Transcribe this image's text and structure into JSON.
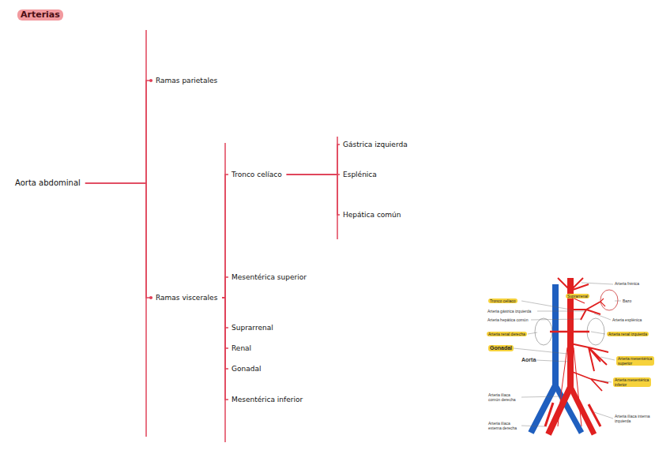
{
  "diagram": {
    "title": "Arterias",
    "nodes": [
      {
        "text": [
          "Aorta abdominal"
        ]
      },
      {
        "text": [
          "Ramas parietales"
        ]
      },
      {
        "text": [
          "Ramas viscerales"
        ]
      },
      {
        "text": [
          "Tronco celíaco"
        ]
      },
      {
        "text": [
          "Gástrica izquierda"
        ]
      },
      {
        "text": [
          "Esplénica"
        ]
      },
      {
        "text": [
          "Hepática común"
        ]
      },
      {
        "text": [
          "Mesentérica superior"
        ]
      },
      {
        "text": [
          "Suprarrenal"
        ]
      },
      {
        "text": [
          "Renal"
        ]
      },
      {
        "text": [
          "Gonadal"
        ]
      },
      {
        "text": [
          "Mesentérica inferior"
        ]
      }
    ],
    "edges": [
      {
        "from": 0,
        "to": 1,
        "arrow": "none"
      },
      {
        "from": 0,
        "to": 2,
        "arrow": "none"
      },
      {
        "from": 2,
        "to": 3,
        "arrow": "none"
      },
      {
        "from": 3,
        "to": 4,
        "arrow": "none"
      },
      {
        "from": 3,
        "to": 5,
        "arrow": "none"
      },
      {
        "from": 3,
        "to": 6,
        "arrow": "none"
      },
      {
        "from": 2,
        "to": 7,
        "arrow": "none"
      },
      {
        "from": 2,
        "to": 8,
        "arrow": "none"
      },
      {
        "from": 2,
        "to": 9,
        "arrow": "none"
      },
      {
        "from": 2,
        "to": 10,
        "arrow": "none"
      },
      {
        "from": 2,
        "to": 11,
        "arrow": "none"
      }
    ],
    "labels": [
      "Arteria frénica",
      "Suprarrenal",
      "Tronco celíaco",
      "Bazo",
      "Arteria gástrica izquierda",
      "Arteria hepática común",
      "Arteria esplénica",
      "Arteria renal derecha",
      "Arteria renal izquierda",
      "Gonadal",
      "Aorta",
      "Arteria mesentérica superior",
      "Arteria mesentérica inferior",
      "Arteria ilíaca común derecha",
      "Arteria ilíaca interna izquierda",
      "Arteria ilíaca externa derecha"
    ]
  }
}
